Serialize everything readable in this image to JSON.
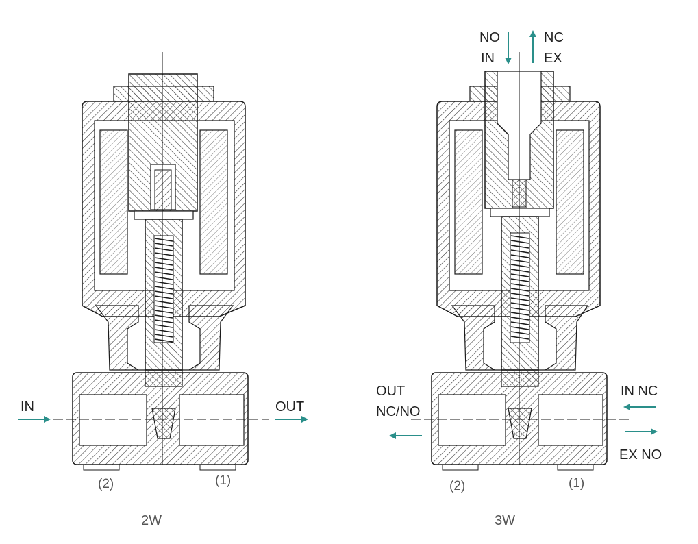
{
  "valves": [
    {
      "caption": "2W",
      "ports": {
        "left": "(2)",
        "right": "(1)"
      },
      "flow": {
        "in_label": "IN",
        "out_label": "OUT"
      }
    },
    {
      "caption": "3W",
      "ports": {
        "left": "(2)",
        "right": "(1)"
      },
      "top_labels": {
        "left_top": "NO",
        "left_bottom": "IN",
        "right_top": "NC",
        "right_bottom": "EX"
      },
      "left_labels": {
        "top": "OUT",
        "bottom": "NC/NO"
      },
      "right_labels": {
        "top": "IN NC",
        "bottom": "EX NO"
      }
    }
  ],
  "colors": {
    "arrow": "#2a8f8a",
    "line": "#1a1a1a",
    "hatch": "#444444"
  }
}
